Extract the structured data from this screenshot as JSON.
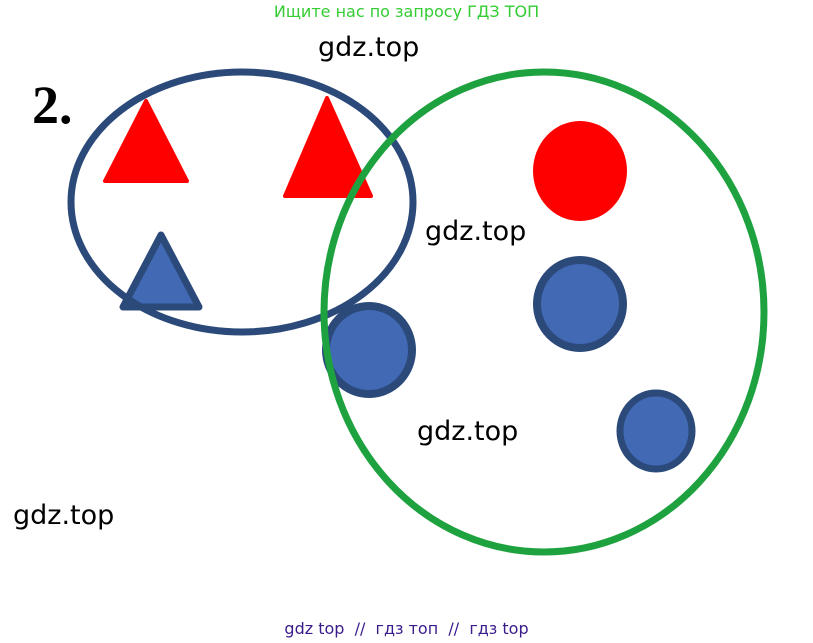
{
  "header": {
    "banner_text": "Ищите нас по запросу ГДЗ ТОП"
  },
  "problem": {
    "number": "2."
  },
  "watermarks": [
    "gdz.top",
    "gdz.top",
    "gdz.top",
    "gdz.top"
  ],
  "footer": {
    "links": [
      "gdz top",
      "гдз топ",
      "гдз top"
    ],
    "separator": "//"
  },
  "colors": {
    "banner_green": "#33cc33",
    "set_a_outline": "#2b4a7a",
    "set_b_outline": "#1ea240",
    "red_shape": "#ff0000",
    "blue_shape_fill": "#4169b4",
    "blue_shape_outline": "#2b4a7a",
    "footer_purple": "#3a1b8c"
  }
}
